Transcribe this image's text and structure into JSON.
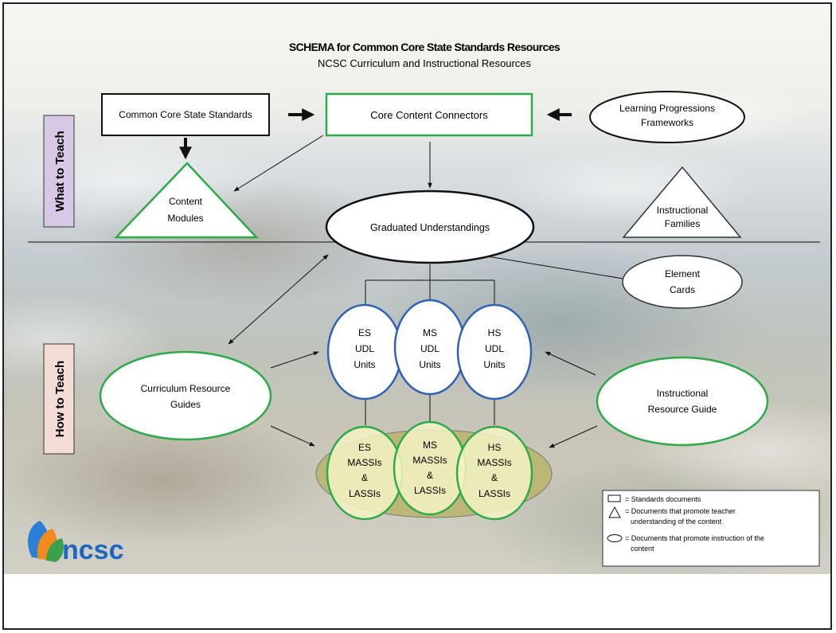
{
  "title": "SCHEMA for Common Core State Standards Resources",
  "subtitle": "NCSC Curriculum and Instructional Resources",
  "sections": {
    "top": "What to Teach",
    "bottom": "How to Teach"
  },
  "nodes": {
    "ccss": "Common Core State Standards",
    "ccc": "Core Content Connectors",
    "lpf": [
      "Learning Progressions",
      "Frameworks"
    ],
    "content_modules": [
      "Content",
      "Modules"
    ],
    "graduated": "Graduated Understandings",
    "instructional_families": [
      "Instructional",
      "Families"
    ],
    "element_cards": [
      "Element",
      "Cards"
    ],
    "crg": [
      "Curriculum Resource",
      "Guides"
    ],
    "irg": [
      "Instructional",
      "Resource Guide"
    ],
    "es_udl": [
      "ES",
      "UDL",
      "Units"
    ],
    "ms_udl": [
      "MS",
      "UDL",
      "Units"
    ],
    "hs_udl": [
      "HS",
      "UDL",
      "Units"
    ],
    "es_massi": [
      "ES",
      "MASSIs",
      "&",
      "LASSIs"
    ],
    "ms_massi": [
      "MS",
      "MASSIs",
      "&",
      "LASSIs"
    ],
    "hs_massi": [
      "HS",
      "MASSIs",
      "&",
      "LASSIs"
    ]
  },
  "legend": {
    "rect": "= Standards documents",
    "triangle": [
      "= Documents that promote teacher",
      "understanding of the content"
    ],
    "ellipse": [
      "= Documents that promote instruction of the",
      "content"
    ]
  },
  "logo_text": "ncsc",
  "colors": {
    "green": "#2eaa4a",
    "blue": "#2f62b5",
    "purple_label": "#d7c8e6",
    "pink_label": "#f4dcd6",
    "massi_fill": "#f5f3c4",
    "massi_band": "#b9b46a"
  }
}
